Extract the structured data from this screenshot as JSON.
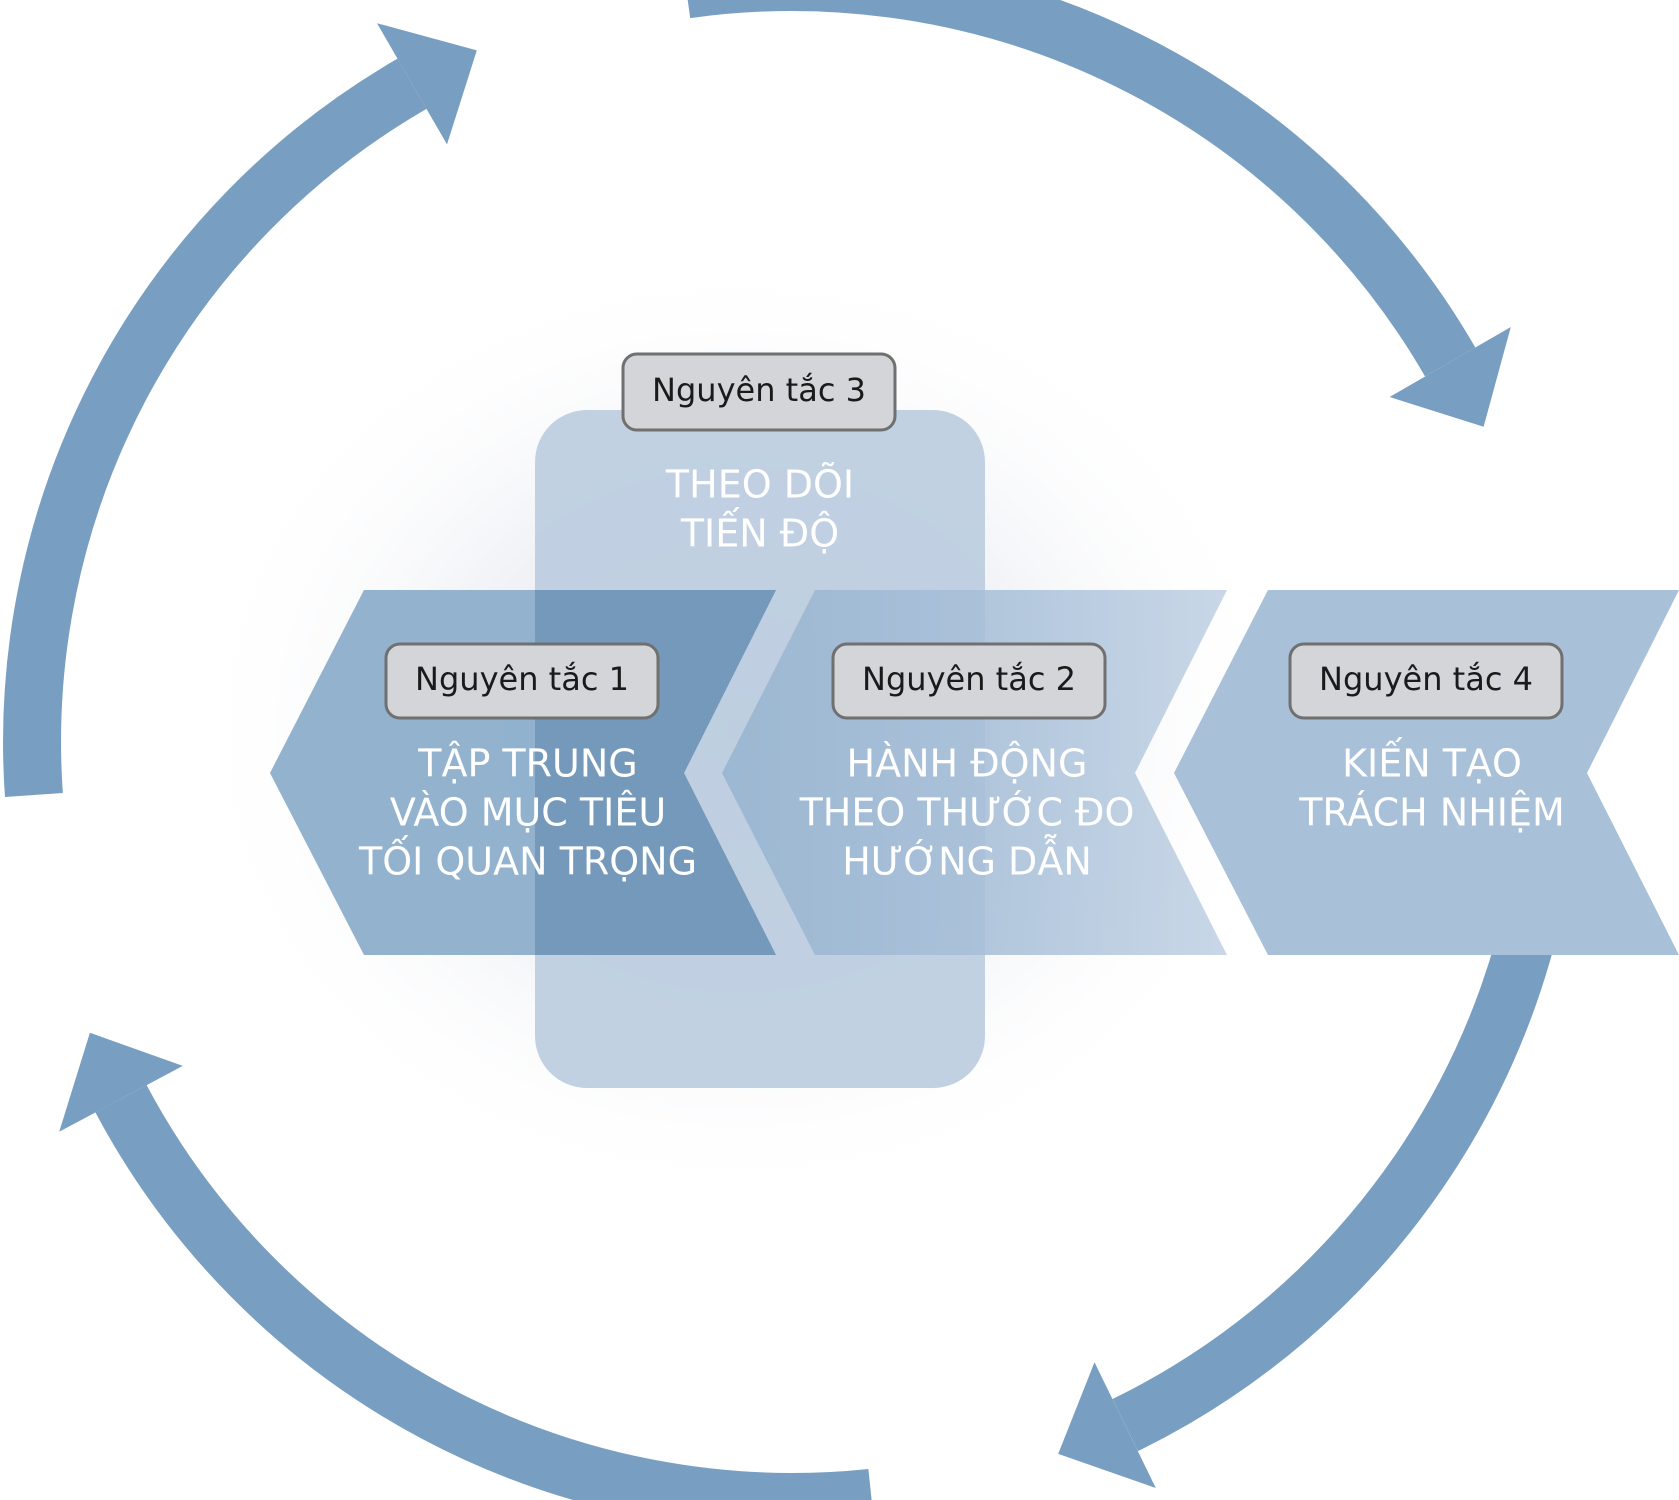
{
  "colors": {
    "ring": "#789FC1",
    "chevron1": "#8CAECB",
    "chevron1_overlap": "#7499BB",
    "chevron2": "#B6CADF",
    "chevron4": "#A9C0D9",
    "card": "#BCCDE0",
    "badge_fill": "#D4D5D8",
    "badge_stroke": "#707070",
    "body_text": "#FFFFFF",
    "label_text": "#1A1A1A"
  },
  "principle1": {
    "label": "Nguyên tắc 1",
    "lines": [
      "TẬP TRUNG",
      "VÀO MỤC TIÊU",
      "TỐI QUAN TRỌNG"
    ]
  },
  "principle2": {
    "label": "Nguyên tắc 2",
    "lines": [
      "HÀNH ĐỘNG",
      "THEO THƯỚC ĐO",
      "HƯỚNG DẪN"
    ]
  },
  "principle3": {
    "label": "Nguyên tắc 3",
    "lines": [
      "THEO DÕI",
      "TIẾN ĐỘ"
    ]
  },
  "principle4": {
    "label": "Nguyên tắc 4",
    "lines": [
      "KIẾN TẠO",
      "TRÁCH NHIỆM"
    ]
  },
  "cycle_arrows": [
    "clockwise-arrow-top",
    "clockwise-arrow-right",
    "clockwise-arrow-bottom",
    "clockwise-arrow-left"
  ]
}
